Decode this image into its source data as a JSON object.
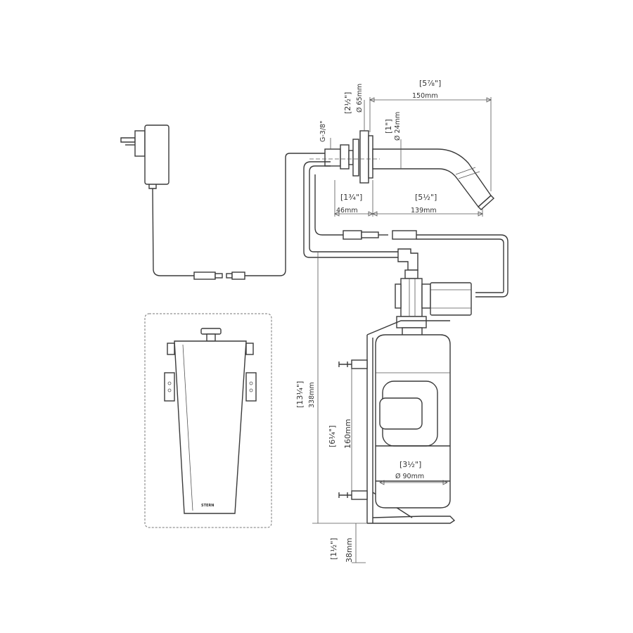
{
  "dimensions": {
    "spout_length_in": "[5⅞\"]",
    "spout_length_mm": "150mm",
    "flange_in": "[2½\"]",
    "flange_mm": "Ø 65mm",
    "thread": "G-3/8\"",
    "spout_dia_in": "[1\"]",
    "spout_dia_mm": "Ø 24mm",
    "base_height_in": "[1¾\"]",
    "base_height_mm": "46mm",
    "reach_in": "[5½\"]",
    "reach_mm": "139mm",
    "total_height_in": "[13¼\"]",
    "total_height_mm": "338mm",
    "bracket_spacing_in": "[6¼\"]",
    "bracket_spacing_mm": "160mm",
    "tank_dia_in": "[3½\"]",
    "tank_dia_mm": "Ø 90mm",
    "bottom_offset_in": "[1½\"]",
    "bottom_offset_mm": "38mm"
  },
  "inset_label": "STERN",
  "colors": {
    "line": "#3a3a3a",
    "dim": "#333333",
    "background": "#ffffff"
  }
}
